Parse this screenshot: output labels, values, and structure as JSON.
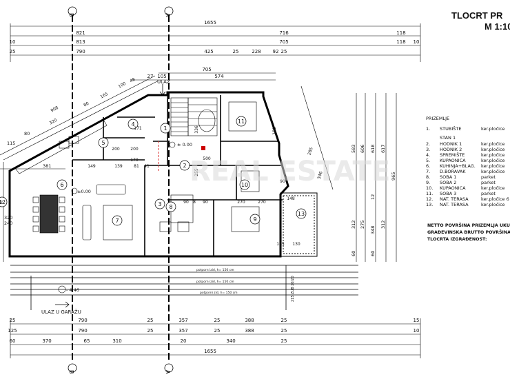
{
  "sheet": {
    "title_line1": "TLOCRT PR",
    "title_line2": "M 1:10"
  },
  "section_marks": {
    "b": "B",
    "a": "A"
  },
  "dims_top": {
    "overall": "1655",
    "row2": [
      "821",
      "716",
      "118"
    ],
    "row3": [
      "10",
      "813",
      "705",
      "118",
      "10"
    ],
    "row4": [
      "25",
      "790",
      "425",
      "25",
      "228",
      "92",
      "25"
    ],
    "row5": [
      "705",
      "574"
    ],
    "row6": [
      "27",
      "105"
    ]
  },
  "dims_bottom": {
    "row1": [
      "25",
      "790",
      "25",
      "357",
      "25",
      "388",
      "25",
      "15"
    ],
    "row2": [
      "125",
      "790",
      "25",
      "357",
      "25",
      "388",
      "25",
      "10"
    ],
    "row3": [
      "60",
      "370",
      "65",
      "310",
      "20",
      "340",
      "25"
    ],
    "overall": "1655"
  },
  "dims_right": [
    "583",
    "606",
    "618",
    "617",
    "965",
    "312",
    "275",
    "348",
    "312",
    "60",
    "12",
    "60"
  ],
  "dims_left": [
    "115",
    "80",
    "381",
    "320",
    "240",
    "2"
  ],
  "plan_dims": [
    "908",
    "320",
    "80",
    "165",
    "100",
    "48",
    "149",
    "139",
    "81",
    "41",
    "170",
    "200",
    "90",
    "8",
    "90",
    "270",
    "270",
    "145",
    "130",
    "148",
    "336",
    "255",
    "188",
    "285",
    "346",
    "90",
    "171",
    "200",
    "500"
  ],
  "labels": {
    "entrance": "ULAZ",
    "garage_entrance": "ULAZ U GARAŽU",
    "level_zero": "± 0.00",
    "level_zero_b": "±0.00",
    "level_garage": "- 4.46",
    "rail_1": "potporni zid, h= 150 cm",
    "rail_2": "potporni zid, h= 150 cm",
    "rail_3": "potporni zid, h= 150 cm",
    "side_note": "215 ZUB 20/20",
    "watermark": "REAL ESTATE"
  },
  "rooms": [
    "1",
    "2",
    "3",
    "4",
    "5",
    "6",
    "7",
    "8",
    "9",
    "10",
    "11",
    "12",
    "13"
  ],
  "legend": {
    "header": "PRIZEMLJE",
    "items": [
      {
        "num": "1.",
        "name": "STUBIŠTE",
        "floor": "ker.pločice"
      },
      {
        "num": "",
        "name": "STAN 1",
        "floor": ""
      },
      {
        "num": "2.",
        "name": "HODNIK 1",
        "floor": "ker.pločice"
      },
      {
        "num": "3.",
        "name": "HODNIK 2",
        "floor": "ker.pločice"
      },
      {
        "num": "4.",
        "name": "SPREMIŠTE",
        "floor": "ker.pločice"
      },
      {
        "num": "5.",
        "name": "KUPAONICA",
        "floor": "ker.pločice"
      },
      {
        "num": "6.",
        "name": "KUHINJA+BLAG.",
        "floor": "ker.pločice"
      },
      {
        "num": "7.",
        "name": "D.BORAVAK",
        "floor": "ker.pločice"
      },
      {
        "num": "8.",
        "name": "SOBA 1",
        "floor": "parket"
      },
      {
        "num": "9.",
        "name": "SOBA 2",
        "floor": "parket"
      },
      {
        "num": "10.",
        "name": "KUPAONICA",
        "floor": "ker.pločice"
      },
      {
        "num": "11.",
        "name": "SOBA 3",
        "floor": "parket"
      },
      {
        "num": "12.",
        "name": "NAT. TERASA",
        "floor": "ker.pločice"
      },
      {
        "num": "13.",
        "name": "NAT. TERASA",
        "floor": "ker.pločice"
      }
    ],
    "extra_12": "6"
  },
  "totals": {
    "line1": "NETTO POVRŠINA PRIZEMLJA UKU",
    "line2": "GRAĐEVINSKA BRUTTO POVRŠINA",
    "line3": "TLOCRTA IZGRAĐENOST:"
  }
}
